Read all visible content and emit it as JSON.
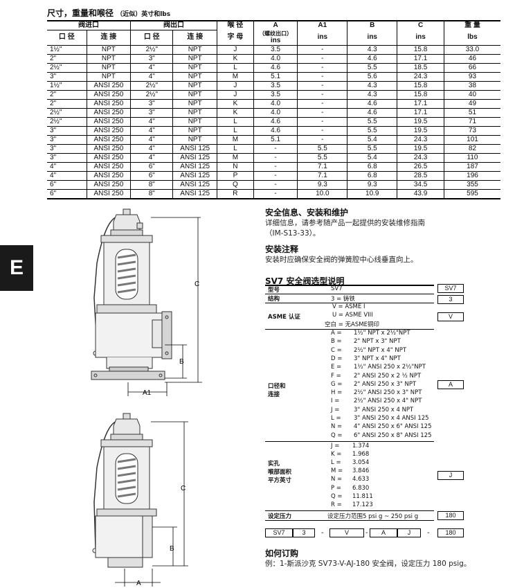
{
  "title": "尺寸，重量和喉径",
  "title_note": "（近似）英寸和lbs",
  "section_letter": "E",
  "table": {
    "group_inlet": "阀进口",
    "group_outlet": "阀出口",
    "col_size": "口 径",
    "col_conn": "连 接",
    "col_out_size": "口 径",
    "col_out_conn": "连 接",
    "col_orifice_1": "喉 径",
    "col_orifice_2": "字 母",
    "col_a": "A",
    "col_a_note": "（螺纹出口）",
    "col_a1": "A1",
    "col_b": "B",
    "col_c": "C",
    "col_weight": "重 量",
    "unit_ins": "ins",
    "unit_lbs": "lbs",
    "rows": [
      [
        "1½\"",
        "NPT",
        "2½\"",
        "NPT",
        "J",
        "3.5",
        "-",
        "4.3",
        "15.8",
        "33.0"
      ],
      [
        "2\"",
        "NPT",
        "3\"",
        "NPT",
        "K",
        "4.0",
        "-",
        "4.6",
        "17.1",
        "46"
      ],
      [
        "2½\"",
        "NPT",
        "4\"",
        "NPT",
        "L",
        "4.6",
        "-",
        "5.5",
        "18.5",
        "66"
      ],
      [
        "3\"",
        "NPT",
        "4\"",
        "NPT",
        "M",
        "5.1",
        "-",
        "5.6",
        "24.3",
        "93"
      ],
      [
        "1½\"",
        "ANSI 250",
        "2½\"",
        "NPT",
        "J",
        "3.5",
        "-",
        "4.3",
        "15.8",
        "38"
      ],
      [
        "2\"",
        "ANSI 250",
        "2½\"",
        "NPT",
        "J",
        "3.5",
        "-",
        "4.3",
        "15.8",
        "40"
      ],
      [
        "2\"",
        "ANSI 250",
        "3\"",
        "NPT",
        "K",
        "4.0",
        "-",
        "4.6",
        "17.1",
        "49"
      ],
      [
        "2½\"",
        "ANSI 250",
        "3\"",
        "NPT",
        "K",
        "4.0",
        "-",
        "4.6",
        "17.1",
        "51"
      ],
      [
        "2½\"",
        "ANSI 250",
        "4\"",
        "NPT",
        "L",
        "4.6",
        "-",
        "5.5",
        "19.5",
        "71"
      ],
      [
        "3\"",
        "ANSI 250",
        "4\"",
        "NPT",
        "L",
        "4.6",
        "-",
        "5.5",
        "19.5",
        "73"
      ],
      [
        "3\"",
        "ANSI 250",
        "4\"",
        "NPT",
        "M",
        "5.1",
        "-",
        "5.4",
        "24.3",
        "101"
      ],
      [
        "3\"",
        "ANSI 250",
        "4\"",
        "ANSI 125",
        "L",
        "-",
        "5.5",
        "5.5",
        "19.5",
        "82"
      ],
      [
        "3\"",
        "ANSI 250",
        "4\"",
        "ANSI 125",
        "M",
        "-",
        "5.5",
        "5.4",
        "24.3",
        "110"
      ],
      [
        "4\"",
        "ANSI 250",
        "6\"",
        "ANSI 125",
        "N",
        "-",
        "7.1",
        "6.8",
        "26.5",
        "187"
      ],
      [
        "4\"",
        "ANSI 250",
        "6\"",
        "ANSI 125",
        "P",
        "-",
        "7.1",
        "6.8",
        "28.5",
        "196"
      ],
      [
        "6\"",
        "ANSI 250",
        "8\"",
        "ANSI 125",
        "Q",
        "-",
        "9.3",
        "9.3",
        "34.5",
        "355"
      ],
      [
        "6\"",
        "ANSI 250",
        "8\"",
        "ANSI 125",
        "R",
        "-",
        "10.0",
        "10.9",
        "43.9",
        "595"
      ]
    ]
  },
  "drawing_labels": {
    "c": "C",
    "b": "B",
    "a1": "A1",
    "a": "A"
  },
  "safety": {
    "heading": "安全信息、安装和维护",
    "text_1": "详细信息，请参考随产品一起提供的安装维修指南",
    "text_2": "（IM-S13-33）。"
  },
  "install": {
    "heading": "安装注释",
    "text": "安装时应确保安全阀的弹簧腔中心线垂直向上。"
  },
  "guide": {
    "heading": "SV7 安全阀选型说明",
    "model_label": "型号",
    "model_value": "SV7",
    "model_box": "SV7",
    "struct_label": "结构",
    "struct_value": "3  =  铸铁",
    "struct_box": "3",
    "asme_label": "ASME 认证",
    "asme_options": [
      "V  =  ASME  I",
      "U  =  ASME  VIII",
      "空白  =  无ASME铜印"
    ],
    "asme_box": "V",
    "conn_label_1": "口径和",
    "conn_label_2": "连接",
    "conn_options": [
      [
        "A  =",
        "1½\" NPT  x  2½\"NPT"
      ],
      [
        "B  =",
        "2\" NPT  x  3\"   NPT"
      ],
      [
        "C  =",
        "2½\" NPT  x  4\"   NPT"
      ],
      [
        "D  =",
        "3\" NPT  x  4\"   NPT"
      ],
      [
        "E  =",
        "1½\" ANSI 250  x  2½\"NPT"
      ],
      [
        "F  =",
        "2\" ANSI 250  x  2 ½ NPT"
      ],
      [
        "G  =",
        "2\" ANSI 250  x  3\"   NPT"
      ],
      [
        "H  =",
        "2½\" ANSI 250  x  3\"   NPT"
      ],
      [
        "I  =",
        "2½\" ANSI 250  x  4\"   NPT"
      ],
      [
        "J  =",
        "3\" ANSI 250  x  4    NPT"
      ],
      [
        "L  =",
        "3\" ANSI 250  x  4    ANSI 125"
      ],
      [
        "N  =",
        "4\" ANSI 250  x  6\"   ANSI 125"
      ],
      [
        "Q  =",
        "6\" ANSI 250  x  8\"   ANSI 125"
      ]
    ],
    "conn_box": "A",
    "orifice_label_1": "实孔",
    "orifice_label_2": "喉部面积",
    "orifice_label_3": "平方英寸",
    "orifice_options": [
      [
        "J  =",
        "1.374"
      ],
      [
        "K  =",
        "1.968"
      ],
      [
        "L  =",
        "3.054"
      ],
      [
        "M  =",
        "3.846"
      ],
      [
        "N  =",
        "4.633"
      ],
      [
        "P  =",
        "6.830"
      ],
      [
        "Q  =",
        "11.811"
      ],
      [
        "R  =",
        "17.123"
      ]
    ],
    "orifice_box": "J",
    "set_label": "设定压力",
    "set_value": "设定压力范围5 psi g ~ 250 psi g",
    "set_box": "180",
    "example_boxes": [
      "SV7",
      "3",
      "V",
      "A",
      "J",
      "180"
    ]
  },
  "order": {
    "heading": "如何订购",
    "text": "例：1-斯派沙克 SV73-V-AJ-180 安全阀，设定压力 180 psig。"
  }
}
